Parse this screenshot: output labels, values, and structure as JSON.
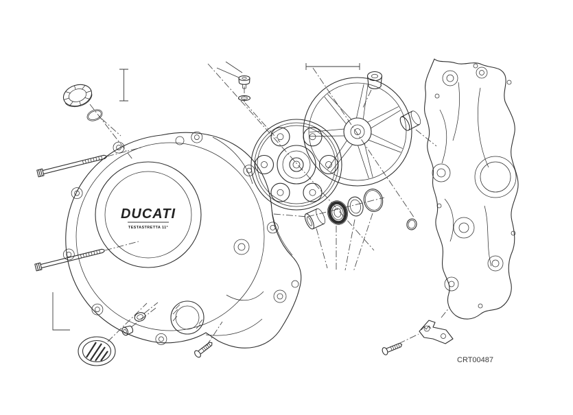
{
  "diagram": {
    "code": "CRT00487",
    "cover_logo": "DUCATI",
    "cover_logo_sub": "TESTASTRETTA 11°"
  },
  "colors": {
    "ink": "#2e2e2e",
    "leader": "#4a4a4a",
    "background": "#ffffff"
  },
  "parts": [
    "oil-filler-cap",
    "oil-cap-o-ring",
    "cover-bolt-long",
    "special-screw",
    "screw-washer",
    "clutch-cover",
    "clutch-spring-retainer",
    "spoked-cover-plate",
    "inspection-plug",
    "spacer-bushing",
    "spacer-sleeve",
    "bearing",
    "thrust-washer",
    "circlip",
    "crankcase-half",
    "small-o-ring",
    "rubber-cap",
    "sealing-washer",
    "drain-plug",
    "cover-screw",
    "sensor-bracket",
    "bracket-screw"
  ]
}
